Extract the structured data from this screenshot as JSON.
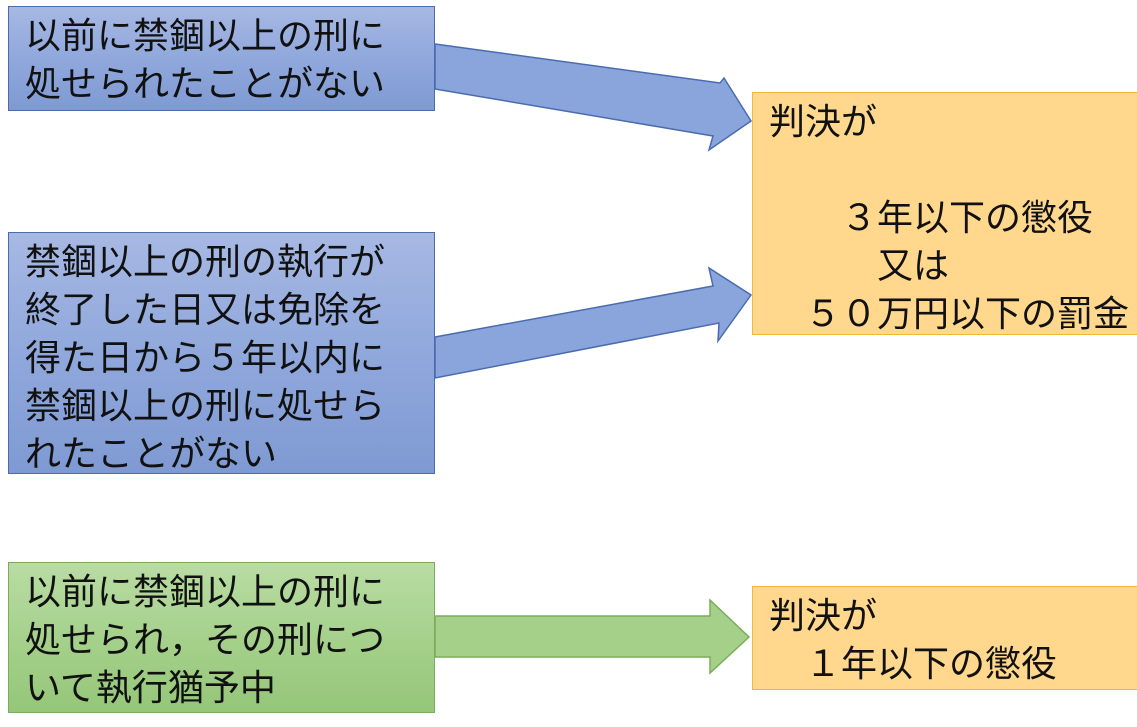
{
  "boxes": {
    "cond_1": {
      "lines": [
        "以前に禁錮以上の刑に",
        "処せられたことがない"
      ]
    },
    "cond_2": {
      "lines": [
        "禁錮以上の刑の執行が",
        "終了した日又は免除を",
        "得た日から５年以内に",
        "禁錮以上の刑に処せら",
        "れたことがない"
      ]
    },
    "cond_3": {
      "lines": [
        "以前に禁錮以上の刑に",
        "処せられ，その刑につ",
        "いて執行猶予中"
      ]
    },
    "result_1": {
      "lines": [
        "判決が",
        "",
        "　　３年以下の懲役",
        "　　　又は",
        "　５０万円以下の罰金"
      ]
    },
    "result_2": {
      "lines": [
        "判決が",
        "　１年以下の懲役"
      ]
    }
  },
  "colors": {
    "blue_fill": "#8fa7db",
    "blue_border": "#4a6bb0",
    "green_fill": "#a4d08a",
    "green_border": "#7aad5a",
    "orange_fill": "#ffd88d",
    "orange_border": "#f3b73a"
  }
}
